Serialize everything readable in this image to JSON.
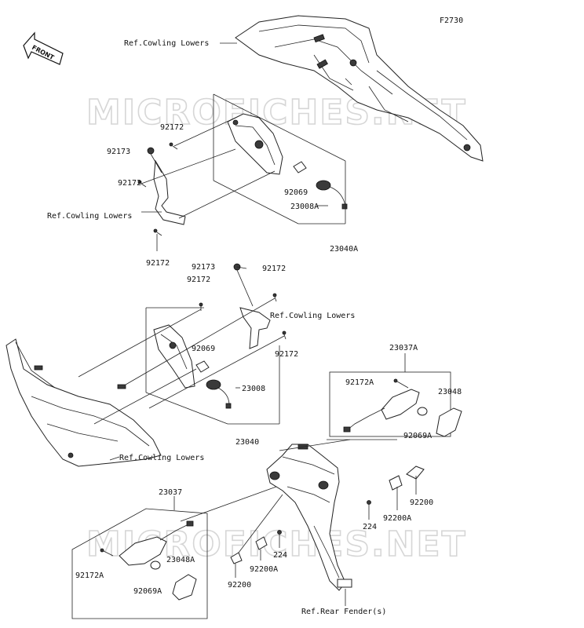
{
  "diagram": {
    "code": "F2730",
    "watermark": "MICROFICHES.NET",
    "front_label": "FRONT",
    "labels": {
      "ref_cowling_top": "Ref.Cowling Lowers",
      "ref_cowling_left_upper": "Ref.Cowling Lowers",
      "ref_cowling_mid_right": "Ref.Cowling Lowers",
      "ref_cowling_bottom": "Ref.Cowling Lowers",
      "ref_rear_fender": "Ref.Rear Fender(s)",
      "p92172_a": "92172",
      "p92173_a": "92173",
      "p92172_b": "92172",
      "p92172_c": "92172",
      "p92069_a": "92069",
      "p23008A": "23008A",
      "p23040A": "23040A",
      "p92173_b": "92173",
      "p92172_d": "92172",
      "p92172_e": "92172",
      "p92172_f": "92172",
      "p92069_b": "92069",
      "p23008": "23008",
      "p23040": "23040",
      "p23037A": "23037A",
      "p92172A_a": "92172A",
      "p23048": "23048",
      "p92069A_a": "92069A",
      "p92200_a": "92200",
      "p92200A_a": "92200A",
      "p224_a": "224",
      "p23037": "23037",
      "p23048A": "23048A",
      "p92172A_b": "92172A",
      "p92069A_b": "92069A",
      "p224_b": "224",
      "p92200A_b": "92200A",
      "p92200_b": "92200"
    }
  }
}
